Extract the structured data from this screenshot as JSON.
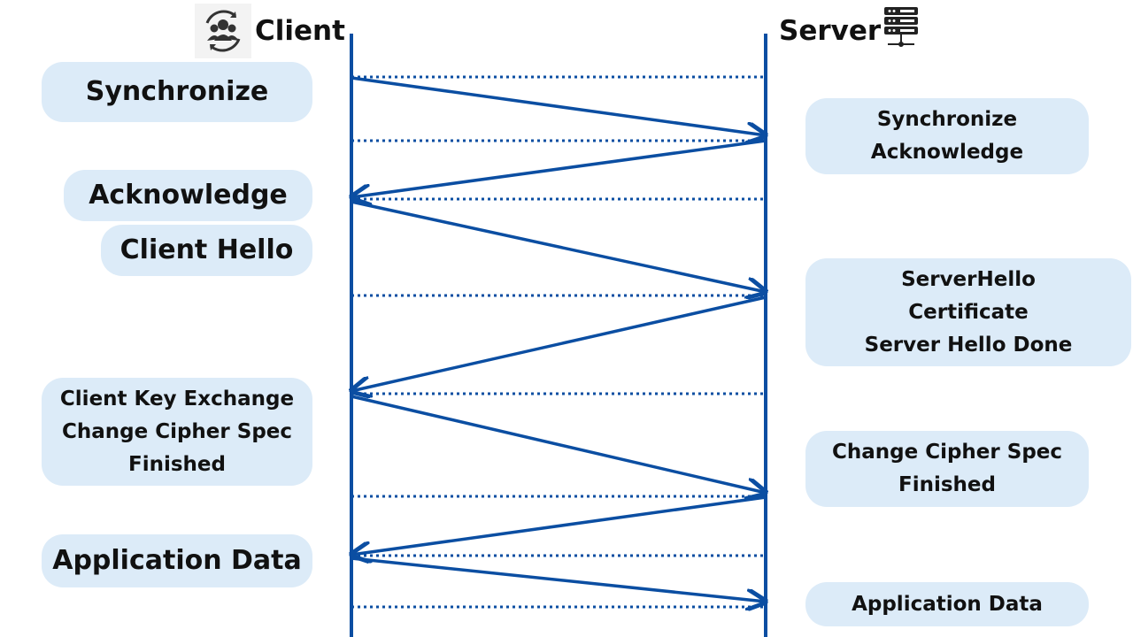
{
  "colors": {
    "line": "#0b4ea2",
    "pill": "#dcebf8",
    "text": "#111111"
  },
  "actors": {
    "client": {
      "title": "Client",
      "icon": "users-sync-icon"
    },
    "server": {
      "title": "Server",
      "icon": "server-rack-icon"
    }
  },
  "client_labels": [
    {
      "lines": [
        "Synchronize"
      ]
    },
    {
      "lines": [
        "Acknowledge"
      ]
    },
    {
      "lines": [
        "Client Hello"
      ]
    },
    {
      "lines": [
        "Client Key Exchange",
        "Change Cipher Spec",
        "Finished"
      ]
    },
    {
      "lines": [
        "Application Data"
      ]
    }
  ],
  "server_labels": [
    {
      "lines": [
        "Synchronize",
        "Acknowledge"
      ]
    },
    {
      "lines": [
        "ServerHello",
        "Certificate",
        "Server Hello Done"
      ]
    },
    {
      "lines": [
        "Change Cipher Spec",
        "Finished"
      ]
    },
    {
      "lines": [
        "Application Data"
      ]
    }
  ],
  "messages": [
    {
      "from": "client",
      "to": "server"
    },
    {
      "from": "server",
      "to": "client"
    },
    {
      "from": "client",
      "to": "server"
    },
    {
      "from": "server",
      "to": "client"
    },
    {
      "from": "client",
      "to": "server"
    },
    {
      "from": "server",
      "to": "client"
    },
    {
      "from": "client",
      "to": "server"
    }
  ]
}
